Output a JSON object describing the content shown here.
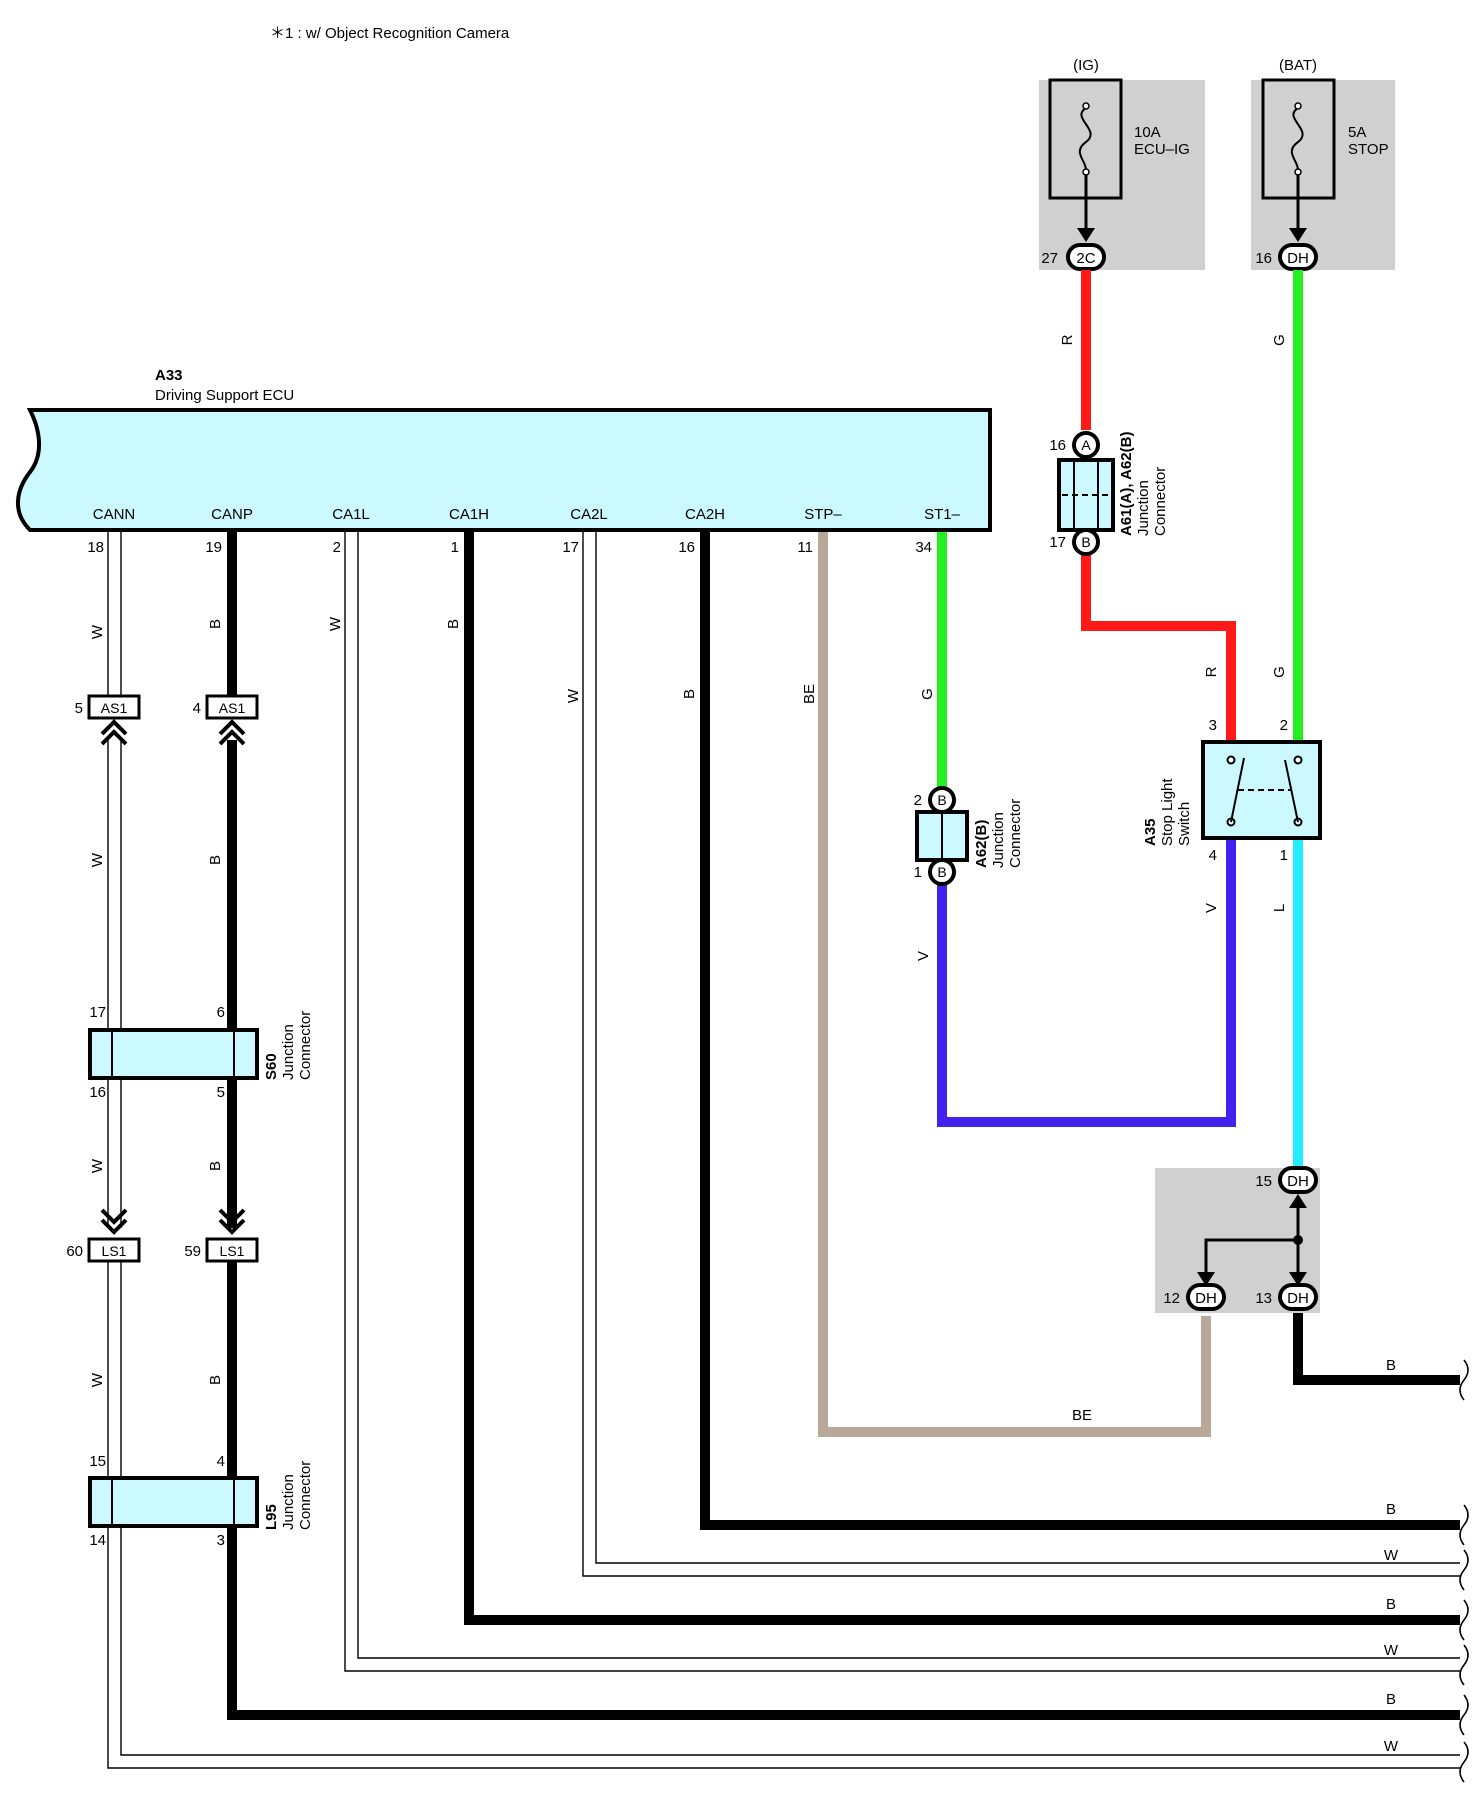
{
  "note": "＊1 : w/ Object Recognition Camera",
  "colors": {
    "red": "#ff1a1a",
    "green": "#22ee22",
    "violet": "#4422ee",
    "light_blue": "#22eeff",
    "beige": "#b8a898",
    "black": "#000000",
    "ecu_fill": "#ccf8ff",
    "shade": "#d0d0d0"
  },
  "ecu": {
    "code": "A33",
    "name": "Driving Support ECU",
    "terminals": [
      {
        "name": "CANN",
        "pin": "18",
        "wire": "W"
      },
      {
        "name": "CANP",
        "pin": "19",
        "wire": "B"
      },
      {
        "name": "CA1L",
        "pin": "2",
        "wire": "W"
      },
      {
        "name": "CA1H",
        "pin": "1",
        "wire": "B"
      },
      {
        "name": "CA2L",
        "pin": "17",
        "wire": "W"
      },
      {
        "name": "CA2H",
        "pin": "16",
        "wire": "B"
      },
      {
        "name": "STP–",
        "pin": "11",
        "wire": "BE"
      },
      {
        "name": "ST1–",
        "pin": "34",
        "wire": "G"
      }
    ]
  },
  "fuses": [
    {
      "source": "(IG)",
      "rating": "10A",
      "name": "ECU–IG",
      "pin": "27",
      "connector": "2C",
      "wire": "R",
      "icon": "fuse-icon"
    },
    {
      "source": "(BAT)",
      "rating": "5A",
      "name": "STOP",
      "pin": "16",
      "connector": "DH",
      "wire": "G",
      "icon": "fuse-icon"
    }
  ],
  "junction_a61": {
    "code": "A61(A), A62(B)",
    "desc1": "Junction",
    "desc2": "Connector",
    "top_pin": "16",
    "top_conn": "A",
    "bottom_pin": "17",
    "bottom_conn": "B"
  },
  "junction_a62": {
    "code": "A62(B)",
    "desc1": "Junction",
    "desc2": "Connector",
    "top_pin": "2",
    "top_conn": "B",
    "bottom_pin": "1",
    "bottom_conn": "B"
  },
  "stop_switch": {
    "code": "A35",
    "desc1": "Stop Light",
    "desc2": "Switch",
    "pin_tl": "3",
    "pin_tr": "2",
    "pin_bl": "4",
    "pin_br": "1",
    "wire_in_left": "R",
    "wire_in_right": "G",
    "wire_out_left": "V",
    "wire_out_right": "L"
  },
  "st1_wire_out": "V",
  "as1": [
    {
      "pin": "5",
      "label": "AS1"
    },
    {
      "pin": "4",
      "label": "AS1"
    }
  ],
  "ls1": [
    {
      "pin": "60",
      "label": "LS1"
    },
    {
      "pin": "59",
      "label": "LS1"
    }
  ],
  "s60": {
    "code": "S60",
    "desc1": "Junction",
    "desc2": "Connector",
    "pin_tl": "17",
    "pin_tr": "6",
    "pin_bl": "16",
    "pin_br": "5"
  },
  "l95": {
    "code": "L95",
    "desc1": "Junction",
    "desc2": "Connector",
    "pin_tl": "15",
    "pin_tr": "4",
    "pin_bl": "14",
    "pin_br": "3"
  },
  "dh_splice": {
    "top_pin": "15",
    "top_conn": "DH",
    "left_pin": "12",
    "left_conn": "DH",
    "right_pin": "13",
    "right_conn": "DH"
  },
  "wire_labels": {
    "canp_seg": "B",
    "cann_seg": "W",
    "be_bottom": "BE",
    "out": [
      "B",
      "B",
      "W",
      "B",
      "W",
      "B",
      "W"
    ]
  }
}
